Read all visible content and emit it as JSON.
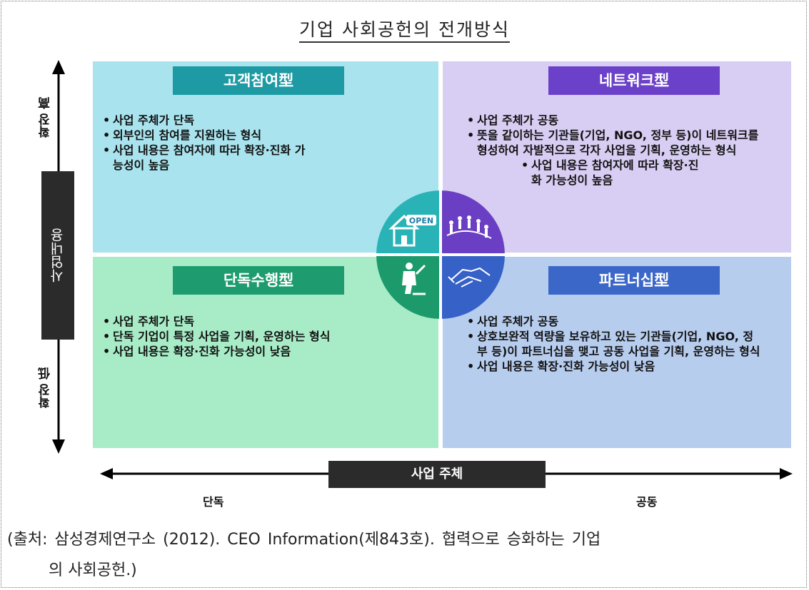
{
  "title": "기업 사회공헌의 전개방식",
  "axes": {
    "vertical_top": "확장 高",
    "vertical_label": "사업내용",
    "vertical_bottom": "확장 低",
    "horizontal_label": "사업 주체",
    "horizontal_left": "단독",
    "horizontal_right": "공동"
  },
  "quadrants": {
    "top_left": {
      "label": "고객참여型",
      "items": [
        "사업 주체가 단독",
        "외부인의 참여를 지원하는 형식",
        "사업 내용은 참여자에 따라 확장·진화 가능성이 높음"
      ]
    },
    "top_right": {
      "label": "네트워크型",
      "items": [
        "사업 주체가 공동",
        "뜻을 같이하는 기관들(기업, NGO, 정부 등)이 네트워크를 형성하여 자발적으로 각자 사업을 기획, 운영하는 형식",
        "사업 내용은 참여자에 따라 확장·진화 가능성이 높음"
      ]
    },
    "bottom_left": {
      "label": "단독수행型",
      "items": [
        "사업 주체가 단독",
        "단독 기업이 특정 사업을 기획, 운영하는 형식",
        "사업 내용은 확장·진화 가능성이 낮음"
      ]
    },
    "bottom_right": {
      "label": "파트너십型",
      "items": [
        "사업 주체가 공동",
        "상호보완적 역량을 보유하고 있는 기관들(기업, NGO, 정부 등)이 파트너십을 맺고 공동 사업을 기획, 운영하는 형식",
        "사업 내용은 확장·진화 가능성이 낮음"
      ]
    }
  },
  "center_icon_text": "OPEN",
  "citation": {
    "line1": "(출처: 삼성경제연구소 (2012). CEO Information(제843호). 협력으로 승화하는 기업",
    "line2": "의 사회공헌.)"
  },
  "icons": [
    "open-house-icon",
    "people-circle-icon",
    "worker-icon",
    "handshake-icon"
  ],
  "colors": {
    "top_left_bg": "#a9e3ee",
    "top_right_bg": "#d8cdf2",
    "bottom_left_bg": "#a8ecc7",
    "bottom_right_bg": "#b7cdee",
    "top_left_label": "#1d9aa3",
    "top_right_label": "#6b41c9",
    "bottom_left_label": "#1e9c70",
    "bottom_right_label": "#3b67c9"
  }
}
